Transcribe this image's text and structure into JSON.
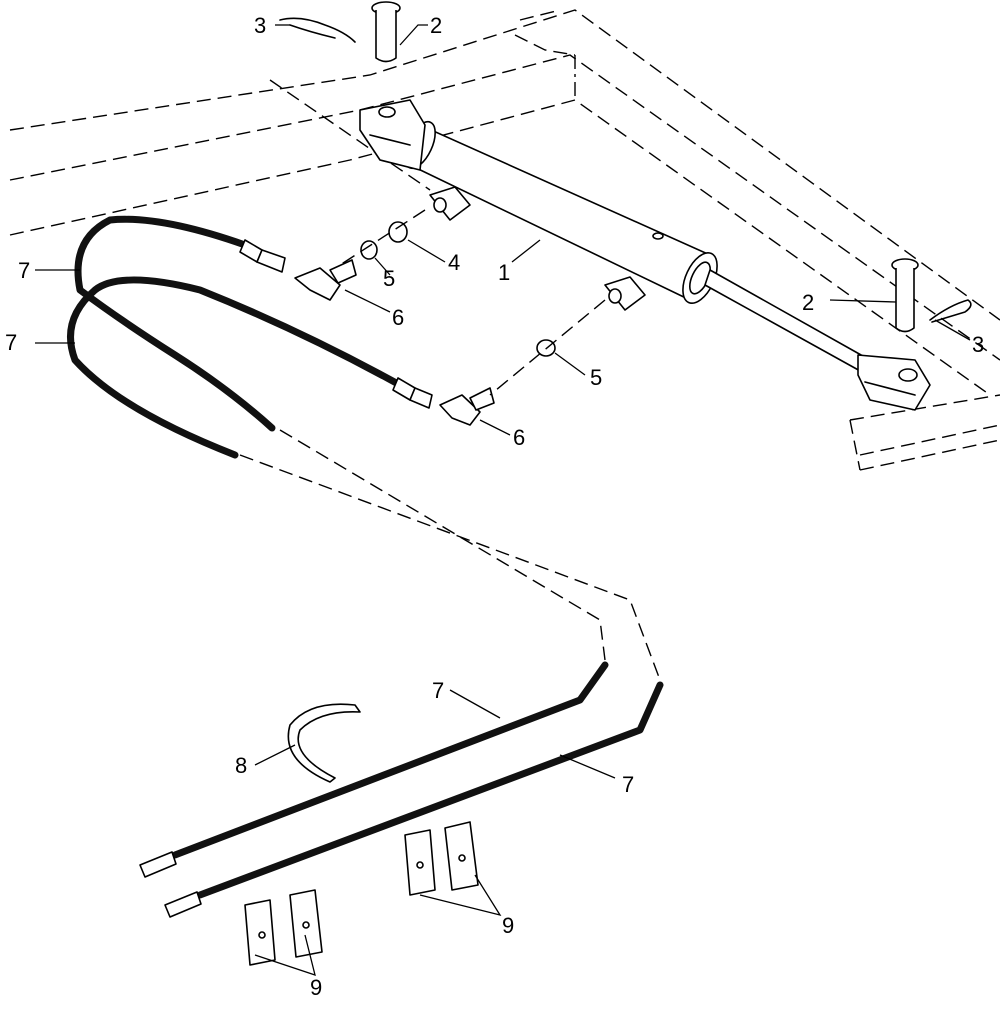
{
  "callouts": [
    {
      "id": "c2a",
      "text": "2"
    },
    {
      "id": "c3a",
      "text": "3"
    },
    {
      "id": "c4",
      "text": "4"
    },
    {
      "id": "c1",
      "text": "1"
    },
    {
      "id": "c5a",
      "text": "5"
    },
    {
      "id": "c6a",
      "text": "6"
    },
    {
      "id": "c2b",
      "text": "2"
    },
    {
      "id": "c3b",
      "text": "3"
    },
    {
      "id": "c5b",
      "text": "5"
    },
    {
      "id": "c6b",
      "text": "6"
    },
    {
      "id": "c7a",
      "text": "7"
    },
    {
      "id": "c7b",
      "text": "7"
    },
    {
      "id": "c7c",
      "text": "7"
    },
    {
      "id": "c7d",
      "text": "7"
    },
    {
      "id": "c8",
      "text": "8"
    },
    {
      "id": "c9a",
      "text": "9"
    },
    {
      "id": "c9b",
      "text": "9"
    }
  ]
}
